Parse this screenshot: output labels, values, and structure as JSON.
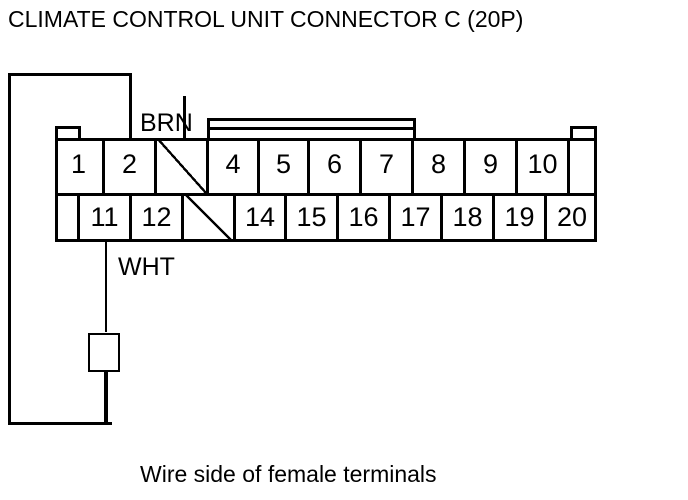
{
  "title": "CLIMATE CONTROL UNIT CONNECTOR C (20P)",
  "caption": "Wire side of female terminals",
  "connector": {
    "name": "CLIMATE CONTROL UNIT CONNECTOR C",
    "pin_count": "20P",
    "rows": {
      "top": [
        {
          "pin": "1",
          "blank": false
        },
        {
          "pin": "2",
          "blank": false
        },
        {
          "pin": "",
          "blank": true
        },
        {
          "pin": "4",
          "blank": false
        },
        {
          "pin": "5",
          "blank": false
        },
        {
          "pin": "6",
          "blank": false
        },
        {
          "pin": "7",
          "blank": false
        },
        {
          "pin": "8",
          "blank": false
        },
        {
          "pin": "9",
          "blank": false
        },
        {
          "pin": "10",
          "blank": false
        }
      ],
      "bottom": [
        {
          "pin": "11",
          "blank": false
        },
        {
          "pin": "12",
          "blank": false
        },
        {
          "pin": "",
          "blank": true
        },
        {
          "pin": "14",
          "blank": false
        },
        {
          "pin": "15",
          "blank": false
        },
        {
          "pin": "16",
          "blank": false
        },
        {
          "pin": "17",
          "blank": false
        },
        {
          "pin": "18",
          "blank": false
        },
        {
          "pin": "19",
          "blank": false
        },
        {
          "pin": "20",
          "blank": false
        }
      ]
    }
  },
  "wires": [
    {
      "id": "brn",
      "label": "BRN",
      "color_name": "BRN",
      "attached_pin": "3-area-top"
    },
    {
      "id": "wht",
      "label": "WHT",
      "color_name": "WHT",
      "attached_pin": "11"
    }
  ],
  "colors": {
    "line": "#000000",
    "background": "#ffffff"
  }
}
